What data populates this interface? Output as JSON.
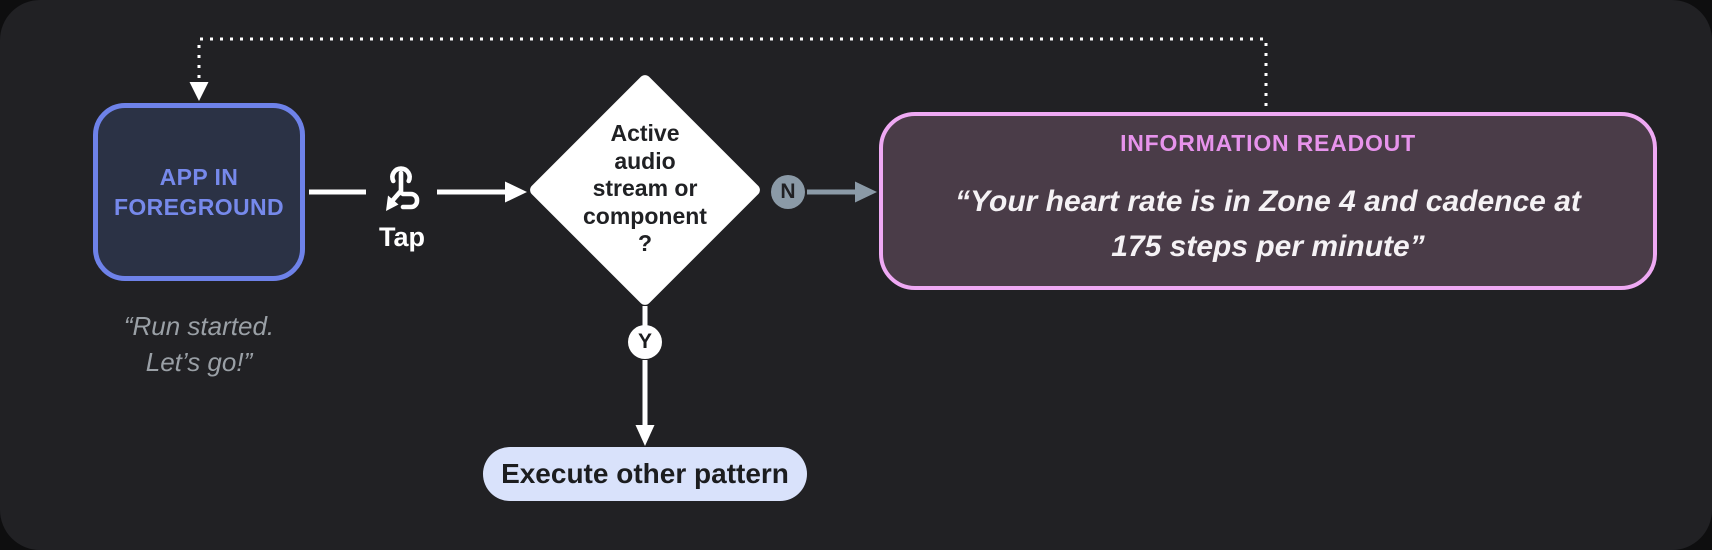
{
  "diagram": {
    "app_node_label": "APP IN\nFOREGROUND",
    "app_caption": "“Run started.\nLet’s go!”",
    "tap_label": "Tap",
    "decision_label": "Active\naudio\nstream or\ncomponent\n?",
    "branch_no": "N",
    "branch_yes": "Y",
    "readout_title": "INFORMATION READOUT",
    "readout_quote": "“Your heart rate is in Zone 4 and cadence at\n175 steps per minute”",
    "execute_label": "Execute other pattern"
  },
  "icons": {
    "tap_icon": "tap-gesture",
    "feedback_loop": "dotted-return-arrow"
  },
  "colors": {
    "canvas_bg": "#212124",
    "page_bg": "#0e0e0f",
    "app_node_border": "#6e82e9",
    "app_node_fill": "#2b3245",
    "app_node_text": "#7689eb",
    "caption_text": "#9aa0a6",
    "diamond_fill": "#ffffff",
    "diamond_text": "#202124",
    "branch_no_fill": "#8b9aa7",
    "branch_yes_fill": "#ffffff",
    "gray_arrow": "#8b9aa7",
    "white_line": "#ffffff",
    "readout_border": "#efa9f4",
    "readout_fill": "#4a3c48",
    "readout_title_text": "#e793ec",
    "readout_quote_text": "#f5f2f5",
    "pill_fill": "#d9e2fb",
    "pill_text": "#1c1d1f"
  }
}
